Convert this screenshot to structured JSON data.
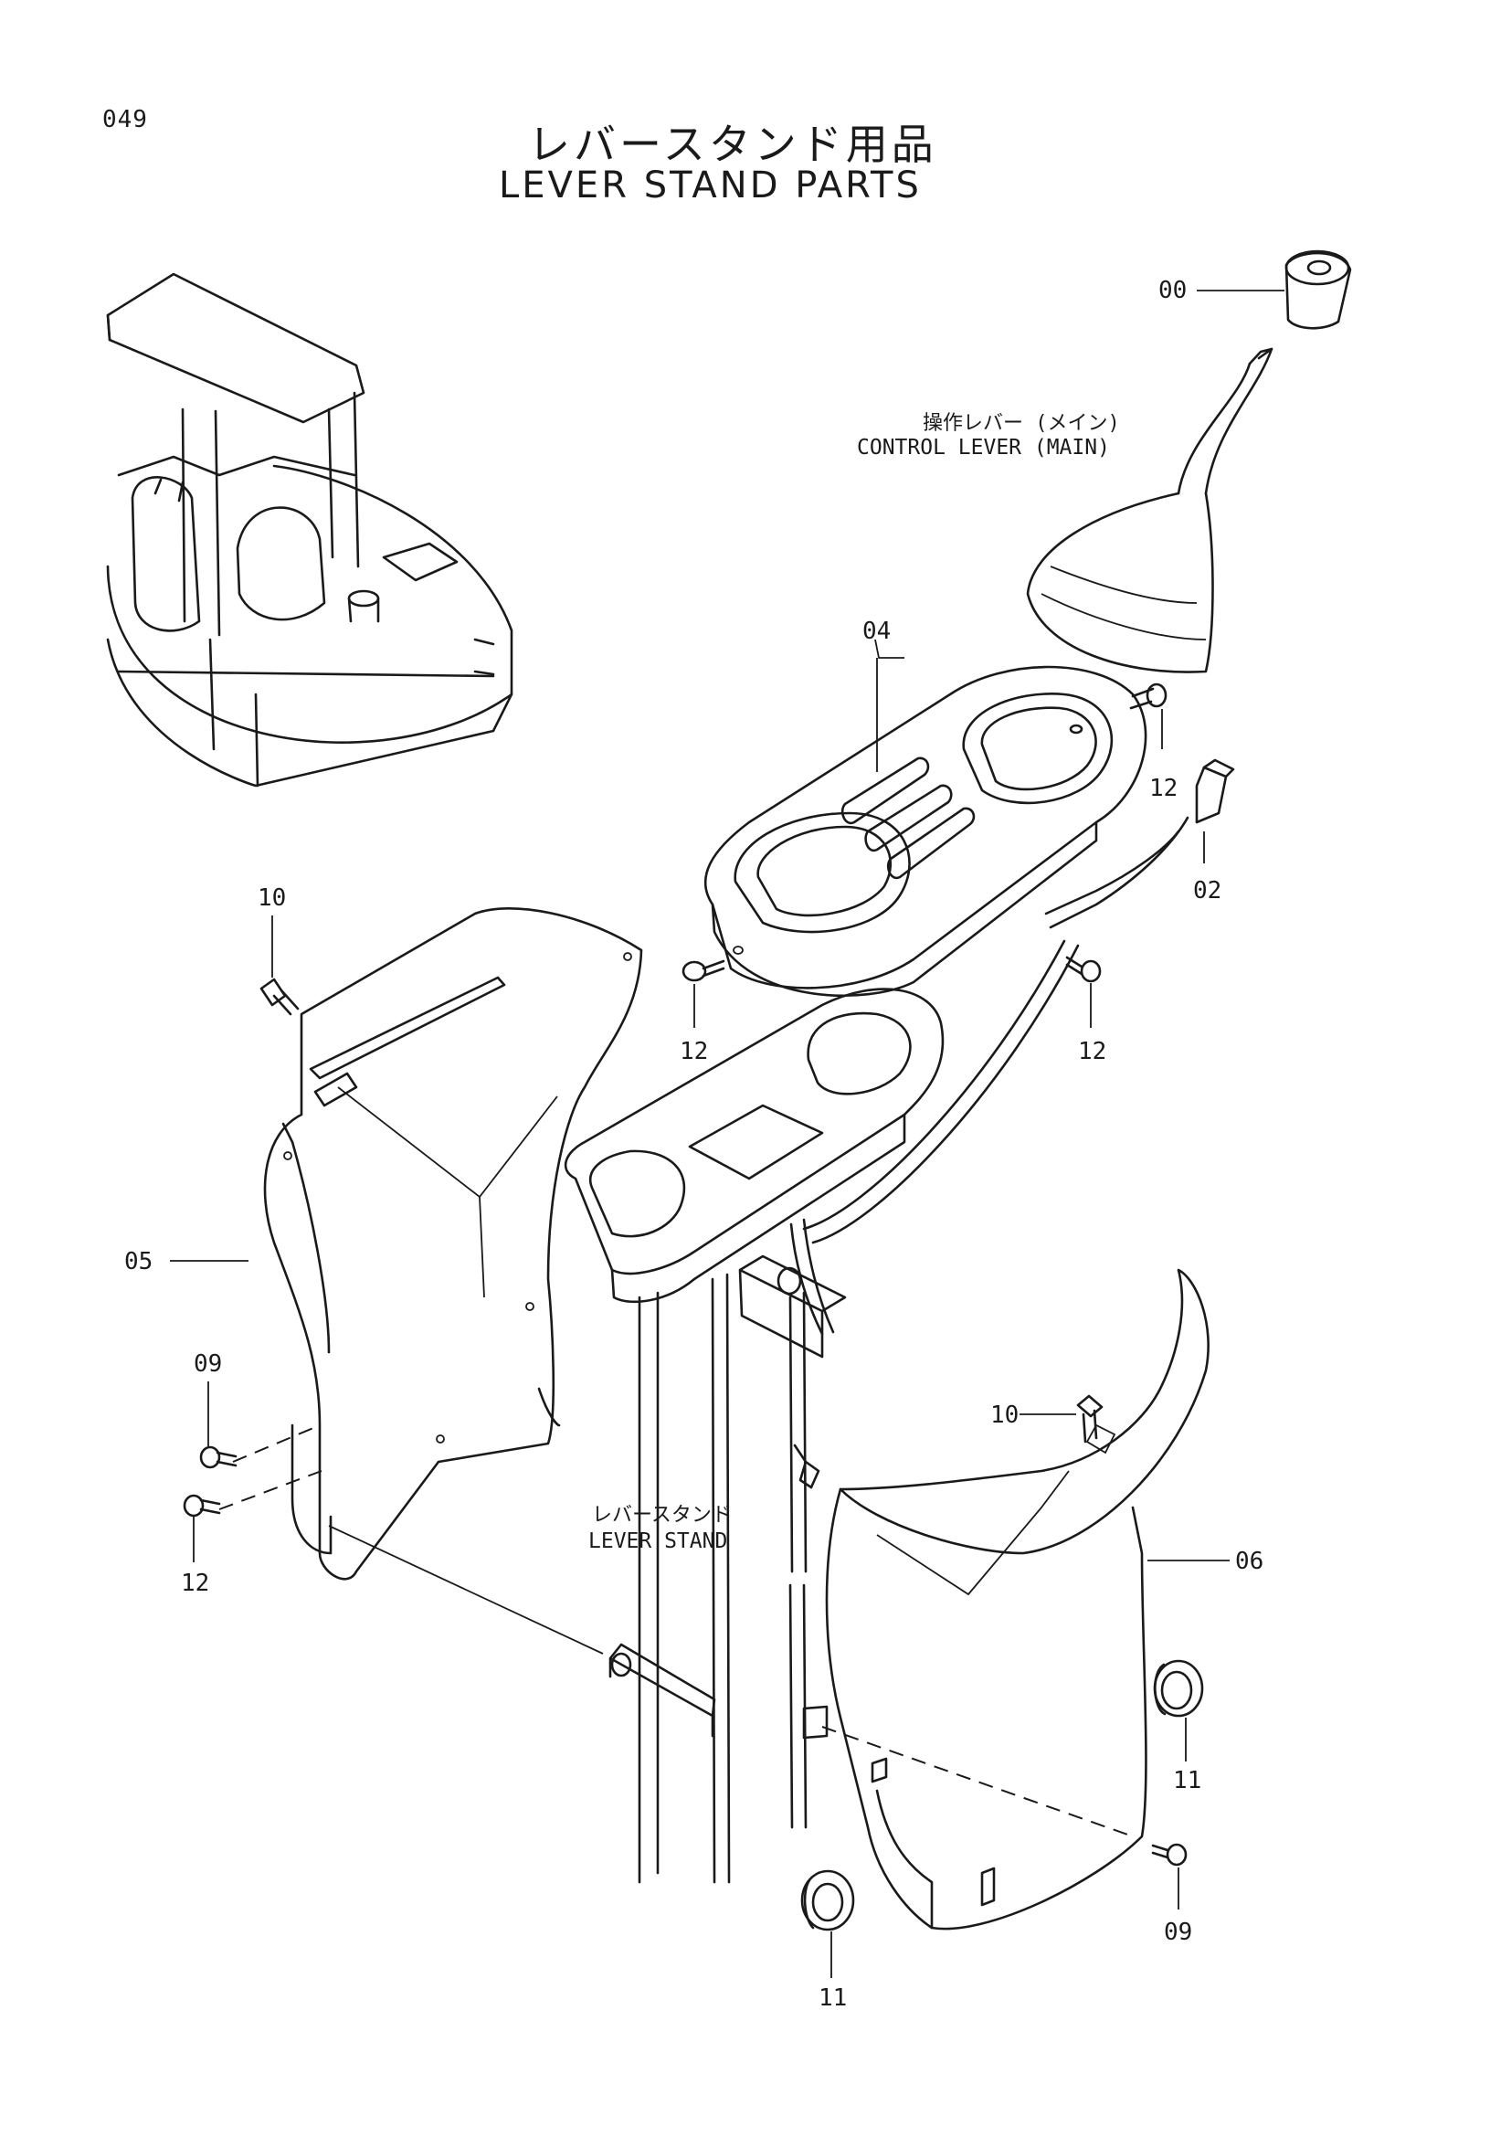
{
  "header": {
    "page_number": "049",
    "title_ja": "レバースタンド用品",
    "title_en": "LEVER STAND PARTS"
  },
  "notes": {
    "control_lever_ja": "操作レバー (メイン)",
    "control_lever_en": "CONTROL LEVER (MAIN)",
    "lever_stand_ja": "レバースタンド",
    "lever_stand_en": "LEVER STAND"
  },
  "callouts": {
    "knob": "00",
    "harness": "02",
    "cover_upper": "04",
    "cover_left": "05",
    "cover_right": "06",
    "screw_09_left": "09",
    "screw_09_right": "09",
    "bolt_10_left": "10",
    "bolt_10_right": "10",
    "grommet_11_right": "11",
    "grommet_11_bottom": "11",
    "screw_12_a": "12",
    "screw_12_b": "12",
    "screw_12_c": "12",
    "screw_12_d": "12"
  },
  "colors": {
    "ink": "#1a1a1a",
    "paper": "#ffffff"
  }
}
